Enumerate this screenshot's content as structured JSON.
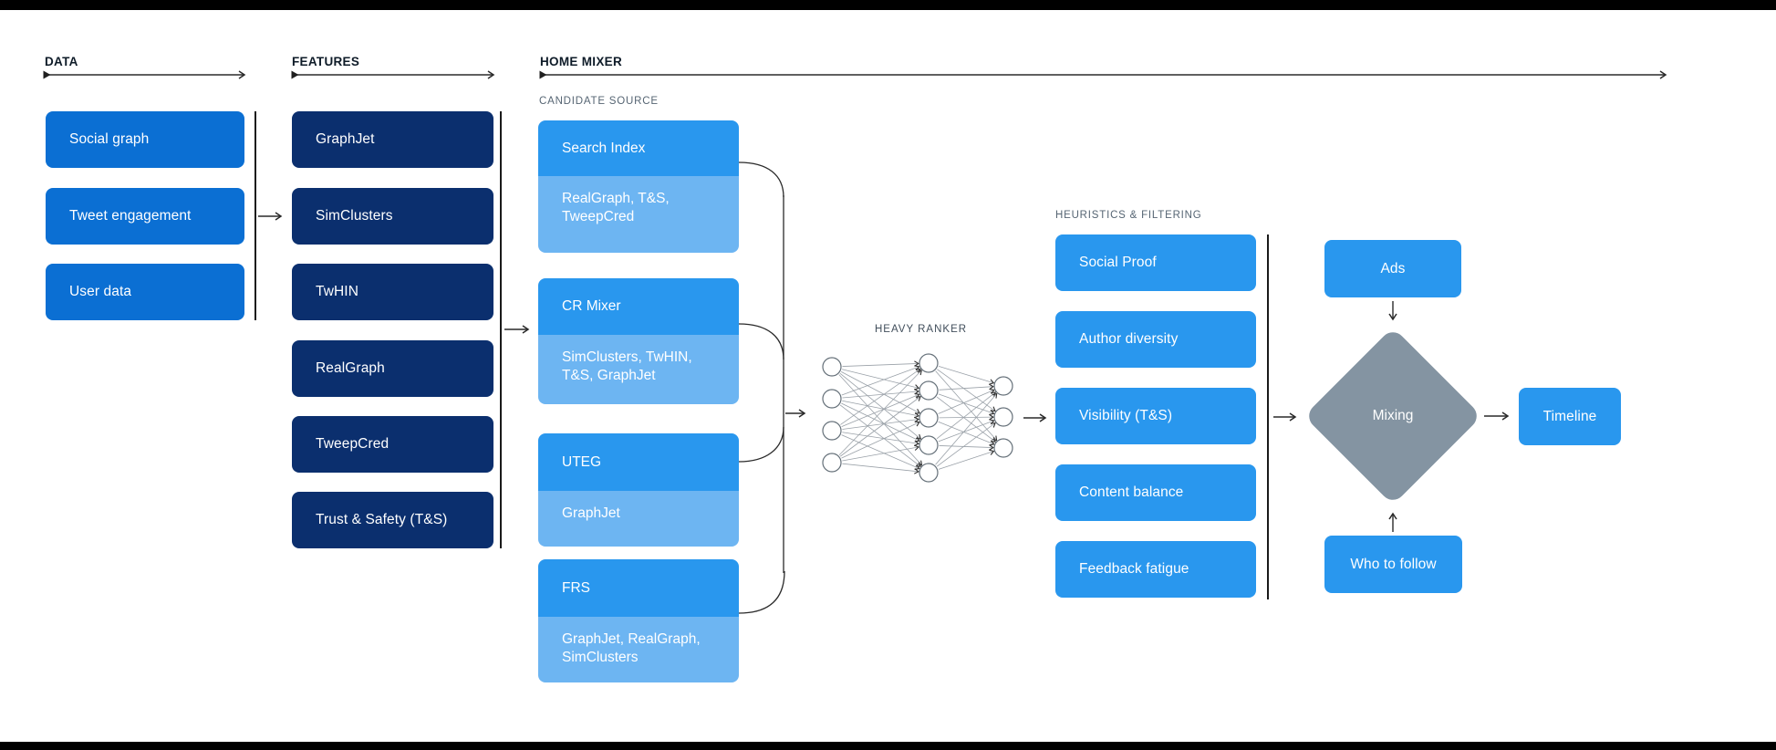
{
  "colors": {
    "data_box_blue": "#0b6fd3",
    "feature_box_navy": "#0b2f6e",
    "candidate_top_blue": "#2997ee",
    "candidate_sub_blue": "#6db5f2",
    "bright_box_blue": "#2997ee",
    "mixing_diamond_gray": "#8494a2",
    "header_text": "#0e1b28",
    "subheader_text": "#566573",
    "connector_line": "#2a2a2a"
  },
  "sections": {
    "data": {
      "header": "DATA",
      "items": [
        "Social graph",
        "Tweet engagement",
        "User data"
      ]
    },
    "features": {
      "header": "FEATURES",
      "items": [
        "GraphJet",
        "SimClusters",
        "TwHIN",
        "RealGraph",
        "TweepCred",
        "Trust & Safety (T&S)"
      ]
    },
    "home_mixer": {
      "header": "HOME MIXER",
      "candidate_source": {
        "label": "CANDIDATE SOURCE",
        "groups": [
          {
            "name": "Search Index",
            "sources": "RealGraph, T&S, TweepCred"
          },
          {
            "name": "CR Mixer",
            "sources": "SimClusters, TwHIN, T&S, GraphJet"
          },
          {
            "name": "UTEG",
            "sources": "GraphJet"
          },
          {
            "name": "FRS",
            "sources": "GraphJet, RealGraph, SimClusters"
          }
        ]
      },
      "heavy_ranker": {
        "label": "HEAVY RANKER"
      },
      "heuristics": {
        "label": "HEURISTICS & FILTERING",
        "items": [
          "Social Proof",
          "Author diversity",
          "Visibility (T&S)",
          "Content balance",
          "Feedback fatigue"
        ]
      },
      "mixing": {
        "diamond": "Mixing",
        "top_input": "Ads",
        "bottom_input": "Who to follow",
        "output": "Timeline"
      }
    }
  }
}
